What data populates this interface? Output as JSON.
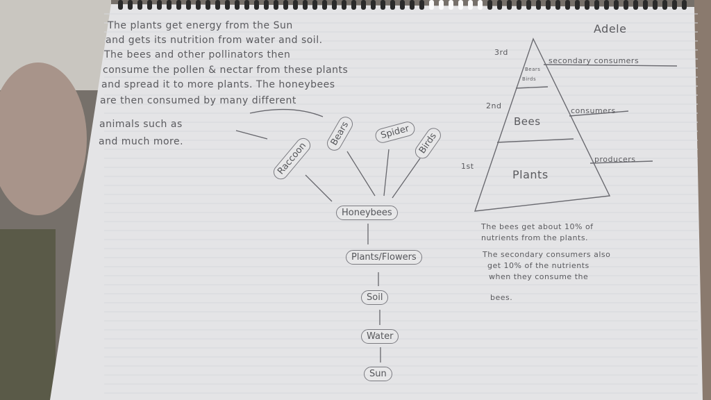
{
  "author": "Adele",
  "paragraph_lines": [
    "The plants get energy from the Sun",
    "and gets its nutrition from water and soil.",
    "The bees and other pollinators then",
    "consume the pollen & nectar from these plants",
    "and spread it to more plants. The honeybees",
    "are then consumed by many different",
    "animals such as",
    "and much more."
  ],
  "predators": [
    "Raccoon",
    "Bears",
    "Spider",
    "Birds"
  ],
  "chain": [
    "Honeybees",
    "Plants/Flowers",
    "Soil",
    "Water",
    "Sun"
  ],
  "pyramid": {
    "levels": [
      {
        "rank": "3rd",
        "contents": [
          "Bears",
          "Birds"
        ],
        "role": "secondary consumers"
      },
      {
        "rank": "2nd",
        "contents": [
          "Bees"
        ],
        "role": "consumers"
      },
      {
        "rank": "1st",
        "contents": [
          "Plants"
        ],
        "role": "producers"
      }
    ]
  },
  "notes": [
    "The bees get about 10% of",
    "nutrients from the plants.",
    "The secondary consumers also",
    "get 10% of the nutrients",
    "when they consume the",
    "bees."
  ]
}
